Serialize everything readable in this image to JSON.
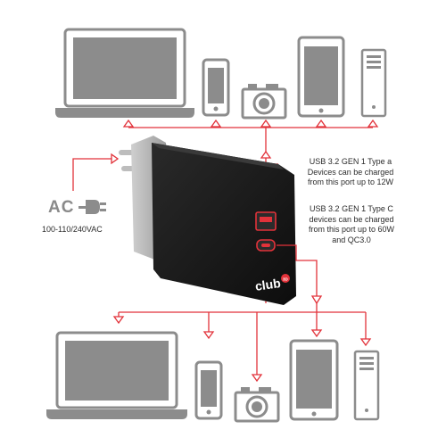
{
  "callouts": {
    "usb_a": "USB 3.2 GEN 1 Type a\nDevices can be charged\nfrom this port up to 12W",
    "usb_c": "USB 3.2 GEN 1 Type C\ndevices can be charged\nfrom this port  up to 60W\nand QC3.0"
  },
  "power": {
    "ac_label": "AC",
    "voltage": "100-110/240VAC"
  },
  "brand": {
    "logo_text": "club",
    "logo_mark": "3D"
  },
  "colors": {
    "accent_red": "#e2323a",
    "device_gray": "#8c8c8c",
    "charger_black": "#141414"
  },
  "devices_top": [
    "laptop-icon",
    "phone-icon",
    "camera-icon",
    "tablet-icon",
    "hard-drive-icon"
  ],
  "devices_bottom": [
    "laptop-icon",
    "phone-icon",
    "camera-icon",
    "tablet-icon",
    "hard-drive-icon"
  ]
}
